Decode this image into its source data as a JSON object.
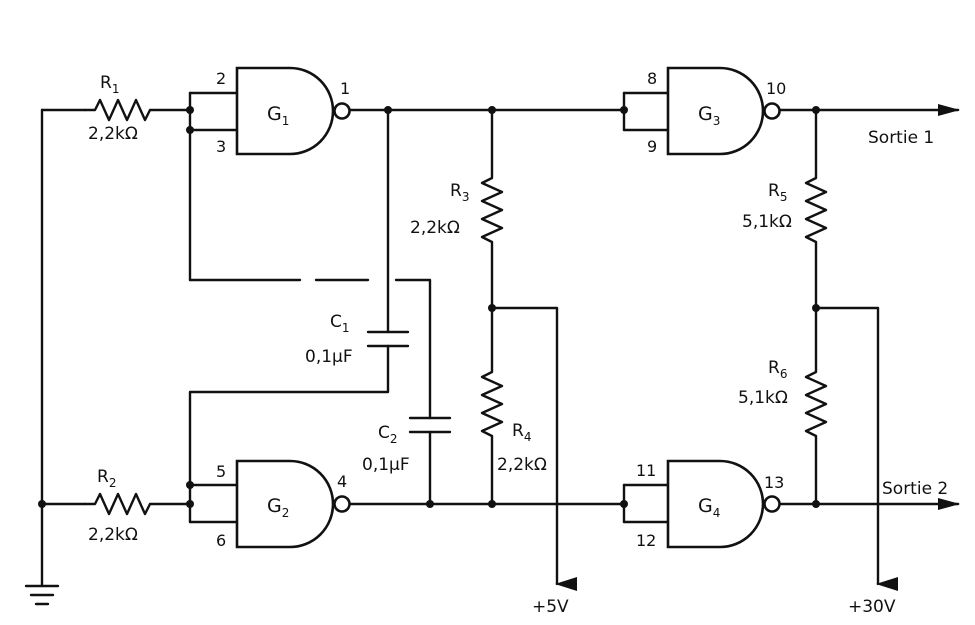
{
  "diagram": {
    "gates": {
      "g1": {
        "label": "G",
        "sub": "1",
        "pin_in_a": "2",
        "pin_in_b": "3",
        "pin_out": "1"
      },
      "g2": {
        "label": "G",
        "sub": "2",
        "pin_in_a": "5",
        "pin_in_b": "6",
        "pin_out": "4"
      },
      "g3": {
        "label": "G",
        "sub": "3",
        "pin_in_a": "8",
        "pin_in_b": "9",
        "pin_out": "10"
      },
      "g4": {
        "label": "G",
        "sub": "4",
        "pin_in_a": "11",
        "pin_in_b": "12",
        "pin_out": "13"
      }
    },
    "resistors": {
      "r1": {
        "name": "R",
        "sub": "1",
        "value": "2,2kΩ"
      },
      "r2": {
        "name": "R",
        "sub": "2",
        "value": "2,2kΩ"
      },
      "r3": {
        "name": "R",
        "sub": "3",
        "value": "2,2kΩ"
      },
      "r4": {
        "name": "R",
        "sub": "4",
        "value": "2,2kΩ"
      },
      "r5": {
        "name": "R",
        "sub": "5",
        "value": "5,1kΩ"
      },
      "r6": {
        "name": "R",
        "sub": "6",
        "value": "5,1kΩ"
      }
    },
    "capacitors": {
      "c1": {
        "name": "C",
        "sub": "1",
        "value": "0,1µF"
      },
      "c2": {
        "name": "C",
        "sub": "2",
        "value": "0,1µF"
      }
    },
    "outputs": {
      "out1": "Sortie 1",
      "out2": "Sortie 2"
    },
    "supplies": {
      "v5": "+5V",
      "v30": "+30V"
    }
  }
}
